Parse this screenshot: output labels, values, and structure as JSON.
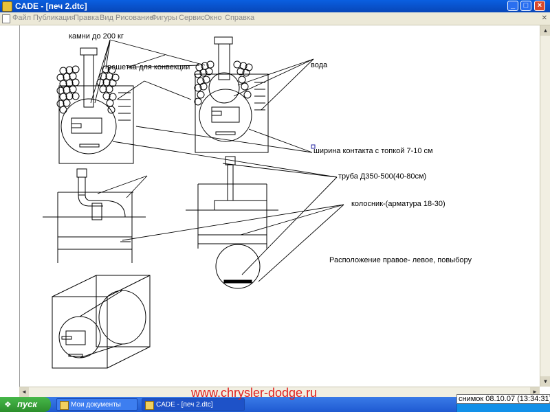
{
  "window": {
    "title": "CADE - [печ 2.dtc]"
  },
  "menu": [
    "Файл",
    "Публикация",
    "Правка",
    "Вид",
    "Рисование",
    "Фигуры",
    "Сервис",
    "Окно",
    "Справка"
  ],
  "labels": {
    "stones": "камни до 200 кг",
    "grate": "решетка для конвекции",
    "water": "вода",
    "contact_width": "ширина контакта с топкой 7-10 см",
    "pipe": "труба Д350-500(40-80см)",
    "grate_bars": "колосник-(арматура 18-30)",
    "placement": "Расположение правое- левое, повыбору"
  },
  "taskbar": {
    "start_label": "пуск",
    "tasks": [
      "Мои документы",
      "CADE - [печ 2.dtc]"
    ]
  },
  "watermark": "www.chrysler-dodge.ru",
  "snapshot": "снимок 08.10.07 (13:34:31)",
  "colors": {
    "titlebar": "#0a5fe0",
    "watermark": "#e02020",
    "taskbar": "#1f5ad1",
    "start": "#2c8e2c"
  }
}
